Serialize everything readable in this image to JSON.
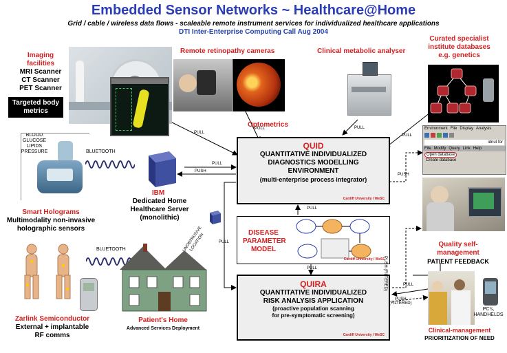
{
  "header": {
    "title": "Embedded Sensor Networks ~ Healthcare@Home",
    "subtitle": "Grid / cable / wireless data flows - scaleable remote instrument services for individualized healthcare applications",
    "call": "DTI Inter-Enterprise Computing Call Aug 2004"
  },
  "imaging": {
    "title_line1": "Imaging",
    "title_line2": "facilities",
    "items": [
      "MRI Scanner",
      "CT Scanner",
      "PET Scanner"
    ],
    "badge": "Targeted body metrics"
  },
  "retinopathy": {
    "label": "Remote retinopathy cameras",
    "sub": "Optometrics"
  },
  "metabolic": {
    "label": "Clinical metabolic analyser"
  },
  "databases": {
    "line1": "Curated specialist",
    "line2": "institute databases",
    "line3": "e.g. genetics"
  },
  "sensors_text": {
    "line1": "BLOOD",
    "line2": "GLUCOSE",
    "line3": "LIPIDS",
    "line4": "PRESSURE"
  },
  "bluetooth1": "BLUETOOTH",
  "bluetooth2": "BLUETOOTH",
  "holograms": {
    "title": "Smart Holograms",
    "line1": "Multimodality non-invasive",
    "line2": "holographic sensors"
  },
  "ibm": {
    "title": "IBM",
    "line1": "Dedicated Home",
    "line2": "Healthcare Server",
    "line3": "(monolithic)"
  },
  "unobtrusive": {
    "line1": "UNOBTRUSIVE",
    "line2": "LOCATION"
  },
  "quid": {
    "head": "QUID",
    "line1": "QUANTITATIVE INDIVIDUALIZED",
    "line2": "DIAGNOSTICS MODELLING",
    "line3": "ENVIRONMENT",
    "line4": "(multi-enterprise process integrator)",
    "credit": "Cardiff University / WeSC"
  },
  "disease": {
    "line1": "DISEASE",
    "line2": "PARAMETER",
    "line3": "MODEL",
    "credit": "Cardiff University / WeSC"
  },
  "quira": {
    "head": "QUIRA",
    "line1": "QUANTITATIVE INDIVIDUALIZED",
    "line2": "RISK ANALYSIS APPLICATION",
    "line3": "(proactive population scanning",
    "line4": "for pre-symptomatic screening)",
    "credit": "Cardiff University / WeSC"
  },
  "zarlink": {
    "title": "Zarlink Semiconductor",
    "line1": "External + implantable",
    "line2": "RF comms"
  },
  "home": {
    "title": "Patient's Home",
    "sub": "Advanced Services Deployment"
  },
  "quality": {
    "line1": "Quality self-",
    "line2": "management",
    "line3": "PATIENT FEEDBACK"
  },
  "clinical": {
    "line1": "Clinical-management",
    "line2": "PRIORITIZATION OF NEED"
  },
  "pcs": {
    "line1": "PC's,",
    "line2": "HANDHELDS"
  },
  "software_menu": {
    "items": [
      "Environment",
      "File",
      "Display",
      "Analysis"
    ],
    "menu2": [
      "File",
      "Modify",
      "Query",
      "Link",
      "Help"
    ],
    "option1": "Open database",
    "option2": "Create database",
    "idnote": "idnut for"
  },
  "arrows": {
    "pull": "PULL",
    "push": "PUSH",
    "push_filtered_rot": "PUSH (FILTERED)",
    "push_filtered_line1": "PUSH",
    "push_filtered_line2": "(FILTERED)"
  },
  "colors": {
    "accent_red": "#d42020",
    "title_blue": "#2a3db5",
    "box_fill": "#eeeeee",
    "cube_blue": "#4050a0"
  }
}
